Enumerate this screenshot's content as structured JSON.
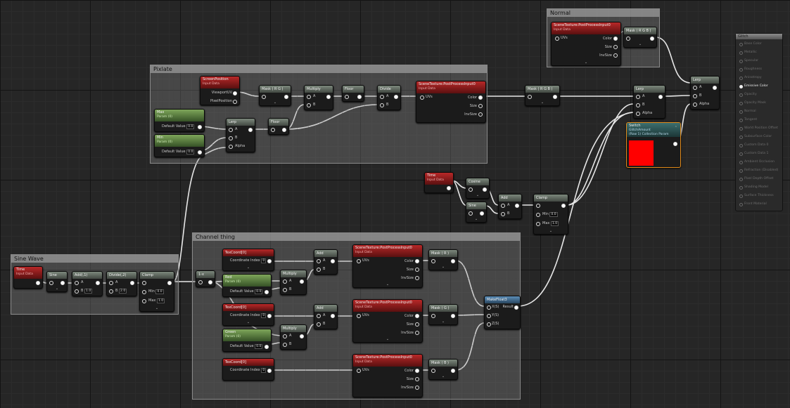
{
  "comments": {
    "normal": "Normal",
    "pixlate": "Pixlate",
    "channel": "Channel thing",
    "sine": "Sine Wave"
  },
  "nodes": {
    "scene_texture": "SceneTexture:PostProcessInput0",
    "input_data": "Input Data",
    "uvs": "UVs",
    "color": "Color",
    "size": "Size",
    "invsize": "InvSize",
    "mask_rgb": "Mask ( R G B )",
    "mask_rg": "Mask ( R G )",
    "mask_r": "Mask ( R )",
    "mask_g": "Mask ( G )",
    "mask_b": "Mask ( B )",
    "screen_position": "ScreenPosition",
    "viewport_uv": "ViewportUV",
    "pixel_position": "PixelPosition",
    "multiply": "Multiply",
    "floor": "Floor",
    "divide": "Divide",
    "lerp": "Lerp",
    "a": "A",
    "b": "B",
    "alpha": "Alpha",
    "max": "Max",
    "min": "Min",
    "param_zero": "Param (0)",
    "default_value": "Default Value",
    "zero": "0.0",
    "one": "1.0",
    "two": "2.0",
    "time": "Time",
    "sine": "Sine",
    "cosine": "Cosine",
    "add": "Add",
    "add_1": "Add(,1)",
    "divide_2": "Divide(,2)",
    "clamp": "Clamp",
    "one_minus": "1-x",
    "texcoord": "TexCoord[0]",
    "coord_index": "Coordinate Index",
    "coord_zero": "0",
    "red": "Red",
    "green": "Green",
    "make_float3": "MakeFloat3",
    "xs": "X(S)",
    "ys": "Y(S)",
    "zs": "Z(S)",
    "result": "Result",
    "switch": "Switch",
    "glitch_amount": "GlitchAmount",
    "collection_param": "(Row 1) Collection Param"
  },
  "result_node": {
    "title": "Glitch",
    "items": [
      "Base Color",
      "Metallic",
      "Specular",
      "Roughness",
      "Anisotropy",
      "Emissive Color",
      "Opacity",
      "Opacity Mask",
      "Normal",
      "Tangent",
      "World Position Offset",
      "Subsurface Color",
      "Custom Data 0",
      "Custom Data 1",
      "Ambient Occlusion",
      "Refraction (Disabled)",
      "Pixel Depth Offset",
      "Shading Model",
      "Surface Thickness",
      "Front Material"
    ],
    "active": "Emissive Color"
  },
  "colors": {
    "switch_swatch": "#ff0000",
    "switch_border": "#e08a1a"
  }
}
